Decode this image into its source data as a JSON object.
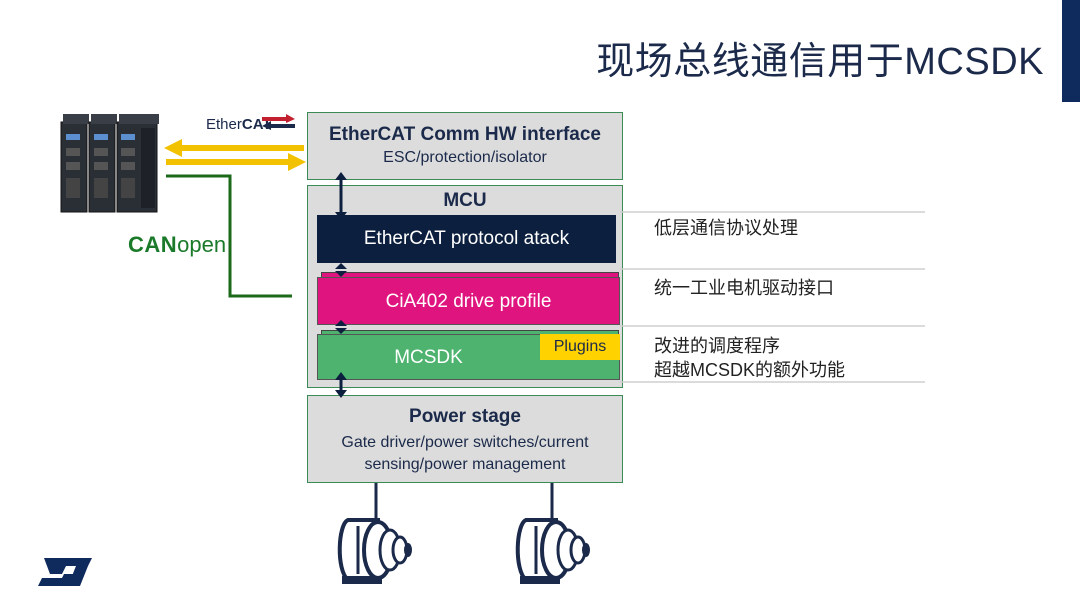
{
  "title": "现场总线通信用于MCSDK",
  "logos": {
    "ethercat_prefix": "Ether",
    "ethercat_suffix": "CAT",
    "canopen_bold": "CAN",
    "canopen_light": "open",
    "brand": "ST"
  },
  "blocks": {
    "ethercat_hw": {
      "title": "EtherCAT Comm HW interface",
      "subtitle": "ESC/protection/isolator"
    },
    "mcu": {
      "label": "MCU"
    },
    "protocol": {
      "label": "EtherCAT protocol atack"
    },
    "cia402": {
      "label": "CiA402 drive profile"
    },
    "mcsdk": {
      "label": "MCSDK",
      "badge": "Plugins"
    },
    "power": {
      "title": "Power stage",
      "line1": "Gate driver/power switches/current",
      "line2": "sensing/power management"
    }
  },
  "annotations": {
    "protocol_note": "低层通信协议处理",
    "cia_note": "统一工业电机驱动接口",
    "mcsdk_note_1": "改进的调度程序",
    "mcsdk_note_2": "超越MCSDK的额外功能"
  },
  "colors": {
    "title_blue": "#1b2a4a",
    "block_grey": "#dcdcdc",
    "block_border": "#3c8a56",
    "protocol_navy": "#0c1f3e",
    "cia_magenta": "#e0147f",
    "mcsdk_green": "#4db36e",
    "plugins_yellow": "#ffd200",
    "ethercat_arrow_yellow": "#f2c200",
    "canopen_line_green": "#1a6a1a"
  }
}
